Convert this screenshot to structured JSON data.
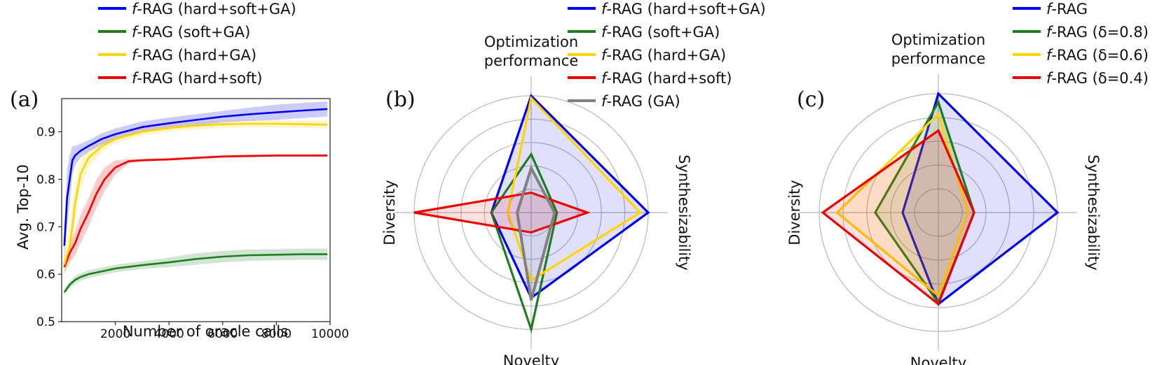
{
  "chart_data": [
    {
      "type": "line",
      "panel_label": "(a)",
      "xlabel": "Number of oracle calls",
      "ylabel": "Avg. Top-10",
      "xlim": [
        0,
        10000
      ],
      "ylim": [
        0.5,
        0.97
      ],
      "xticks": [
        2000,
        4000,
        6000,
        8000,
        10000
      ],
      "xtick_labels": [
        "2000",
        "4000",
        "6000",
        "8000",
        "10000"
      ],
      "yticks": [
        0.5,
        0.6,
        0.7,
        0.8,
        0.9
      ],
      "ytick_labels": [
        "0.5",
        "0.6",
        "0.7",
        "0.8",
        "0.9"
      ],
      "legend_position": "top",
      "series": [
        {
          "name": "f-RAG (hard+soft+GA)",
          "label_prefix": "f",
          "label_rest": "-RAG (hard+soft+GA)",
          "color": "#0000ee",
          "x": [
            100,
            200,
            300,
            400,
            500,
            700,
            1000,
            1500,
            2000,
            3000,
            4000,
            5000,
            6000,
            7000,
            8000,
            9000,
            9900
          ],
          "y": [
            0.66,
            0.76,
            0.8,
            0.84,
            0.85,
            0.86,
            0.87,
            0.885,
            0.895,
            0.91,
            0.918,
            0.925,
            0.932,
            0.937,
            0.941,
            0.945,
            0.948
          ],
          "band": [
            0.035,
            0.06,
            0.05,
            0.03,
            0.02,
            0.015,
            0.012,
            0.012,
            0.012,
            0.012,
            0.012,
            0.012,
            0.012,
            0.014,
            0.016,
            0.016,
            0.016
          ]
        },
        {
          "name": "f-RAG (soft+GA)",
          "label_prefix": "f",
          "label_rest": "-RAG (soft+GA)",
          "color": "#1e7d1e",
          "x": [
            100,
            200,
            300,
            500,
            700,
            1000,
            1500,
            2000,
            3000,
            4000,
            5000,
            6000,
            7000,
            8000,
            9000,
            9900
          ],
          "y": [
            0.562,
            0.57,
            0.578,
            0.588,
            0.594,
            0.6,
            0.606,
            0.612,
            0.619,
            0.625,
            0.632,
            0.637,
            0.64,
            0.641,
            0.642,
            0.642
          ],
          "band": [
            0.006,
            0.006,
            0.007,
            0.008,
            0.008,
            0.008,
            0.008,
            0.008,
            0.008,
            0.01,
            0.012,
            0.012,
            0.012,
            0.012,
            0.012,
            0.012
          ]
        },
        {
          "name": "f-RAG (hard+GA)",
          "label_prefix": "f",
          "label_rest": "-RAG (hard+GA)",
          "color": "#ffd400",
          "x": [
            100,
            200,
            300,
            400,
            500,
            700,
            1000,
            1500,
            2000,
            3000,
            4000,
            5000,
            6000,
            7000,
            8000,
            9000,
            9900
          ],
          "y": [
            0.62,
            0.64,
            0.66,
            0.7,
            0.75,
            0.81,
            0.845,
            0.87,
            0.885,
            0.9,
            0.908,
            0.913,
            0.916,
            0.917,
            0.917,
            0.916,
            0.915
          ],
          "band": [
            0.02,
            0.03,
            0.04,
            0.045,
            0.04,
            0.03,
            0.02,
            0.012,
            0.01,
            0.008,
            0.008,
            0.008,
            0.008,
            0.008,
            0.008,
            0.008,
            0.008
          ]
        },
        {
          "name": "f-RAG (hard+soft)",
          "label_prefix": "f",
          "label_rest": "-RAG (hard+soft)",
          "color": "#ee0000",
          "x": [
            100,
            200,
            300,
            500,
            700,
            1000,
            1300,
            1600,
            2000,
            2500,
            3000,
            4000,
            5000,
            6000,
            7000,
            8000,
            9000,
            9900
          ],
          "y": [
            0.615,
            0.63,
            0.645,
            0.665,
            0.695,
            0.73,
            0.77,
            0.8,
            0.825,
            0.838,
            0.84,
            0.842,
            0.845,
            0.848,
            0.849,
            0.85,
            0.85,
            0.85
          ],
          "band": [
            0.015,
            0.015,
            0.02,
            0.025,
            0.03,
            0.03,
            0.03,
            0.025,
            0.015,
            0.005,
            0.003,
            0.003,
            0.003,
            0.003,
            0.003,
            0.003,
            0.003,
            0.003
          ]
        }
      ]
    },
    {
      "type": "radar",
      "panel_label": "(b)",
      "axes": [
        "Optimization performance",
        "Synthesizability",
        "Novelty",
        "Diversity"
      ],
      "axis_label_lines": [
        [
          "Optimization",
          "performance"
        ],
        [
          "Synthesizability"
        ],
        [
          "Novelty"
        ],
        [
          "Diversity"
        ]
      ],
      "rlim": [
        0,
        1
      ],
      "rings": [
        0.2,
        0.4,
        0.6,
        0.8,
        1.0
      ],
      "legend_position": "top-right",
      "series": [
        {
          "name": "f-RAG (hard+soft+GA)",
          "label_prefix": "f",
          "label_rest": "-RAG (hard+soft+GA)",
          "color": "#0000ee",
          "fill": true,
          "values": [
            1.0,
            1.0,
            0.73,
            0.34
          ]
        },
        {
          "name": "f-RAG (soft+GA)",
          "label_prefix": "f",
          "label_rest": "-RAG (soft+GA)",
          "color": "#1e7d1e",
          "fill": false,
          "values": [
            0.5,
            0.22,
            1.0,
            0.34
          ]
        },
        {
          "name": "f-RAG (hard+GA)",
          "label_prefix": "f",
          "label_rest": "-RAG (hard+GA)",
          "color": "#ffd400",
          "fill": false,
          "values": [
            0.98,
            0.93,
            0.58,
            0.2
          ]
        },
        {
          "name": "f-RAG (hard+soft)",
          "label_prefix": "f",
          "label_rest": "-RAG (hard+soft)",
          "color": "#ee0000",
          "fill": true,
          "values": [
            0.17,
            0.48,
            0.17,
            1.0
          ]
        },
        {
          "name": "f-RAG (GA)",
          "label_prefix": "f",
          "label_rest": "-RAG (GA)",
          "color": "#808080",
          "fill": true,
          "values": [
            0.38,
            0.2,
            0.75,
            0.12
          ]
        }
      ]
    },
    {
      "type": "radar",
      "panel_label": "(c)",
      "axes": [
        "Optimization performance",
        "Synthesizability",
        "Novelty",
        "Diversity"
      ],
      "axis_label_lines": [
        [
          "Optimization",
          "performance"
        ],
        [
          "Synthesizability"
        ],
        [
          "Novelty"
        ],
        [
          "Diversity"
        ]
      ],
      "rlim": [
        0,
        1
      ],
      "rings": [
        0.2,
        0.4,
        0.6,
        0.8,
        1.0
      ],
      "legend_position": "top-right",
      "series": [
        {
          "name": "f-RAG",
          "label_prefix": "f",
          "label_rest": "-RAG",
          "color": "#0000ee",
          "fill": true,
          "values": [
            1.0,
            1.0,
            0.77,
            0.3
          ]
        },
        {
          "name": "f-RAG (δ=0.8)",
          "label_prefix": "f",
          "label_rest": "-RAG (δ=0.8)",
          "color": "#1e7d1e",
          "fill": true,
          "values": [
            0.93,
            0.3,
            0.76,
            0.53
          ]
        },
        {
          "name": "f-RAG (δ=0.6)",
          "label_prefix": "f",
          "label_rest": "-RAG (δ=0.6)",
          "color": "#ffd400",
          "fill": true,
          "values": [
            0.83,
            0.25,
            0.7,
            0.85
          ]
        },
        {
          "name": "f-RAG (δ=0.4)",
          "label_prefix": "f",
          "label_rest": "-RAG (δ=0.4)",
          "color": "#ee0000",
          "fill": true,
          "values": [
            0.69,
            0.3,
            0.77,
            0.97
          ]
        }
      ]
    }
  ]
}
